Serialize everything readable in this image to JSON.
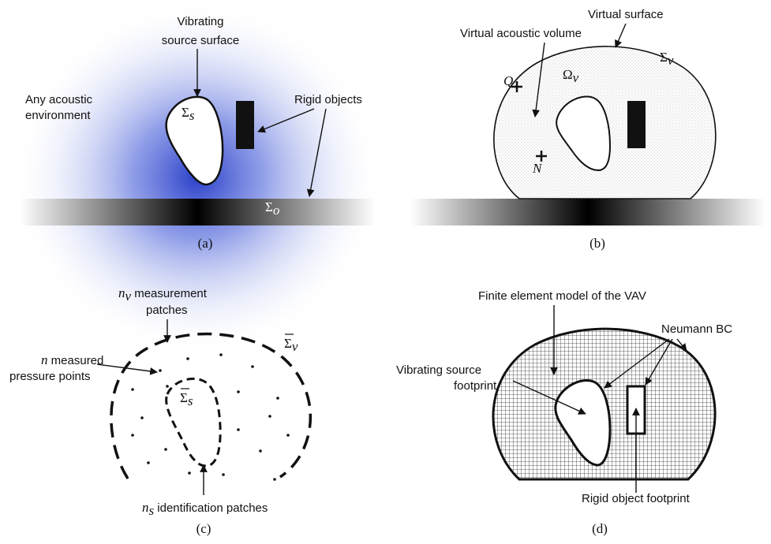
{
  "panel_a": {
    "label_source_1": "Vibrating",
    "label_source_2": "source surface",
    "label_env_1": "Any acoustic",
    "label_env_2": "environment",
    "label_rigid": "Rigid objects",
    "sigma_s": "Σ",
    "sigma_s_sub": "s",
    "sigma_o_box": "Σ",
    "sigma_o_box_sub": "o",
    "sigma_o_floor": "Σ",
    "sigma_o_floor_sub": "o",
    "caption": "(a)"
  },
  "panel_b": {
    "label_surface": "Virtual surface",
    "label_volume": "Virtual acoustic volume",
    "sigma_v": "Σ",
    "sigma_v_sub": "v",
    "omega_v": "Ω",
    "omega_v_sub": "v",
    "point_q": "Q",
    "point_n": "N",
    "caption": "(b)"
  },
  "panel_c": {
    "nv_var": "n",
    "nv_sub": "v",
    "nv_text": " measurement",
    "nv_text_2": "patches",
    "n_var": "n",
    "n_text": " measured",
    "n_text_2": "pressure points",
    "sigma_v_bar": "Σ",
    "sigma_v_bar_sub": "v",
    "sigma_s_bar": "Σ",
    "sigma_s_bar_sub": "s",
    "ns_var": "n",
    "ns_sub": "s",
    "ns_text": " identification patches",
    "caption": "(c)"
  },
  "panel_d": {
    "label_fem": "Finite element model of the VAV",
    "label_neumann": "Neumann BC",
    "label_source_1": "Vibrating source",
    "label_source_2": "footprint",
    "label_rigid": "Rigid object footprint",
    "caption": "(d)"
  }
}
